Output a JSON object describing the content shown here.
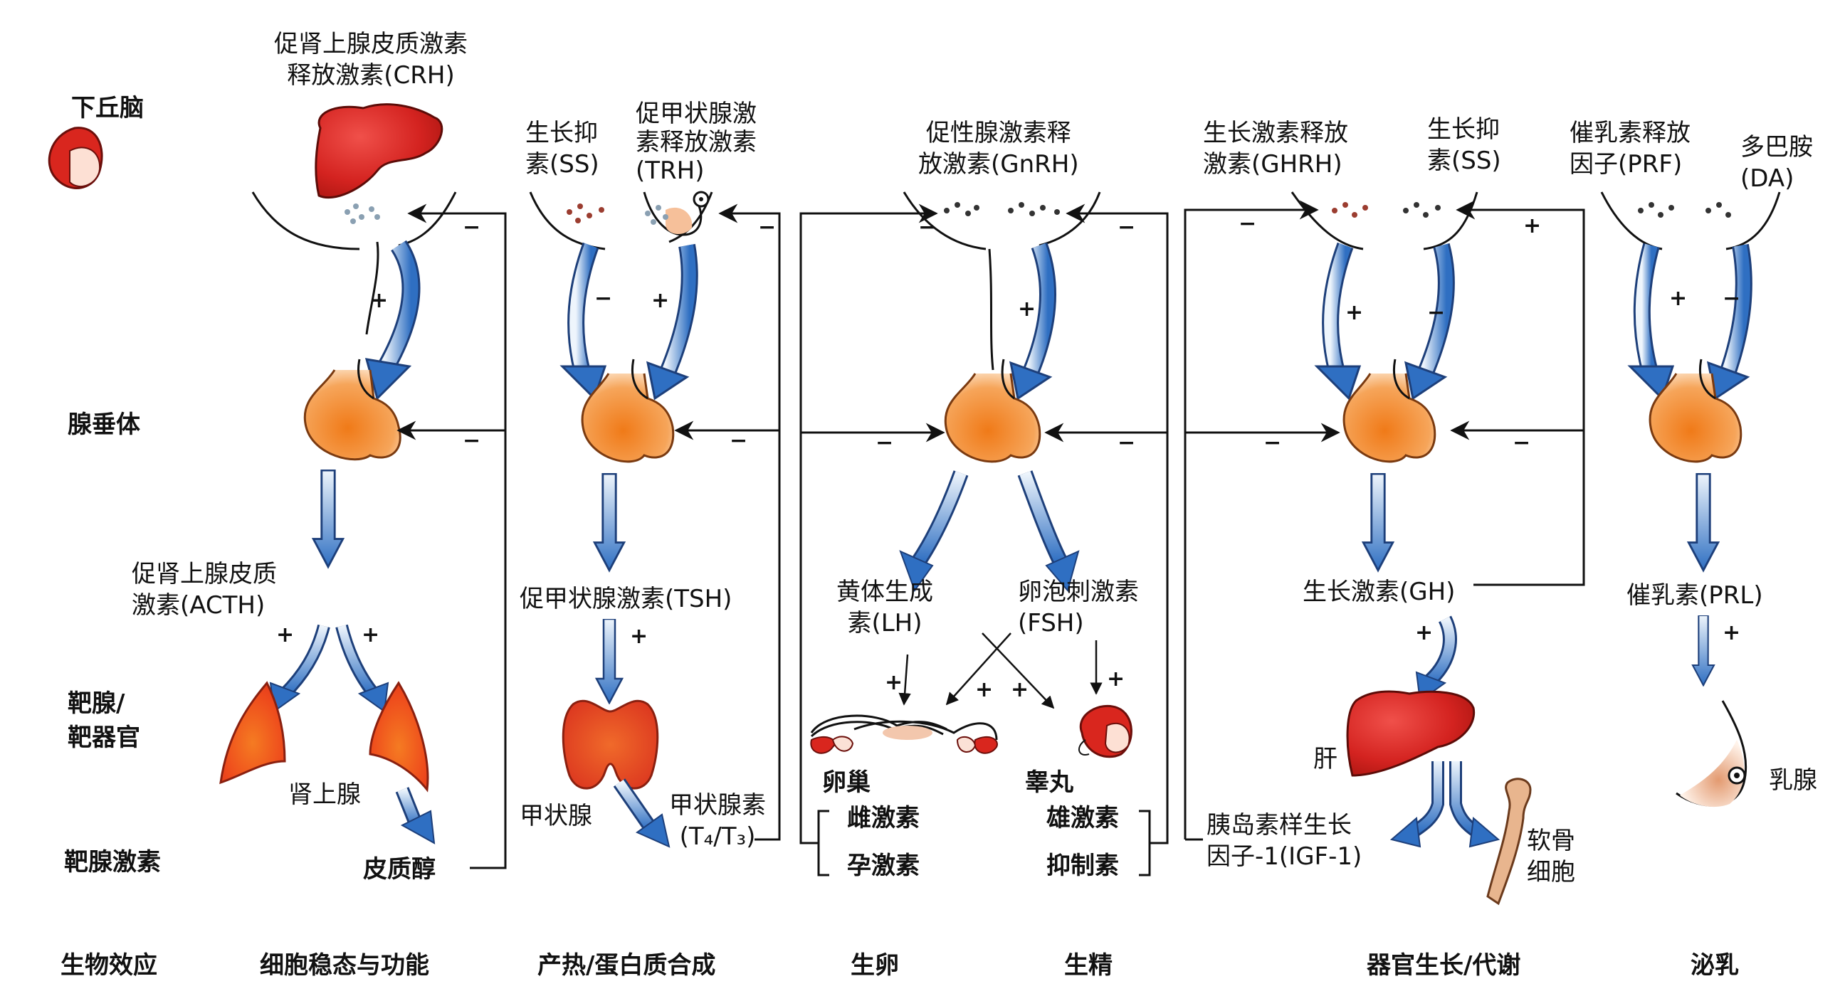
{
  "rows": {
    "hypothalamus": "下丘脑",
    "pituitary": "腺垂体",
    "target": "靶腺/\n靶器官",
    "target_hormone": "靶腺激素",
    "effect": "生物效应"
  },
  "hypothalamic_hormones": {
    "crh": "促肾上腺皮质激素\n释放激素(CRH)",
    "ss1": "生长抑\n素(SS)",
    "trh": "促甲状腺激\n素释放激素\n(TRH)",
    "gnrh": "促性腺激素释\n放激素(GnRH)",
    "ghrh": "生长激素释放\n激素(GHRH)",
    "ss2": "生长抑\n素(SS)",
    "prf": "催乳素释放\n因子(PRF)",
    "da": "多巴胺\n(DA)"
  },
  "pituitary_hormones": {
    "acth": "促肾上腺皮质\n激素(ACTH)",
    "tsh": "促甲状腺激素(TSH)",
    "lh": "黄体生成\n素(LH)",
    "fsh": "卵泡刺激素\n(FSH)",
    "gh": "生长激素(GH)",
    "prl": "催乳素(PRL)"
  },
  "organs": {
    "adrenal": "肾上腺",
    "thyroid": "甲状腺",
    "ovary": "卵巢",
    "testis": "睾丸",
    "liver": "肝",
    "cartilage": "软骨\n细胞",
    "breast": "乳腺"
  },
  "target_hormones": {
    "cortisol": "皮质醇",
    "thyroid_hormone": "甲状腺素\n(T₄/T₃)",
    "estrogen": "雌激素",
    "progesterone": "孕激素",
    "androgen": "雄激素",
    "inhibin": "抑制素",
    "igf1": "胰岛素样生长\n因子-1(IGF-1)"
  },
  "effects": {
    "homeostasis": "细胞稳态与功能",
    "thermogenesis": "产热/蛋白质合成",
    "ovulation": "生卵",
    "spermatogenesis": "生精",
    "growth": "器官生长/代谢",
    "lactation": "泌乳"
  },
  "signs": {
    "plus": "+",
    "minus": "−"
  },
  "colors": {
    "arrow_blue_top": "#e8f1fb",
    "arrow_blue_bottom": "#2f6fc2",
    "pituitary_orange": "#f08a2a",
    "organ_red": "#d7261e",
    "line": "#111111"
  }
}
